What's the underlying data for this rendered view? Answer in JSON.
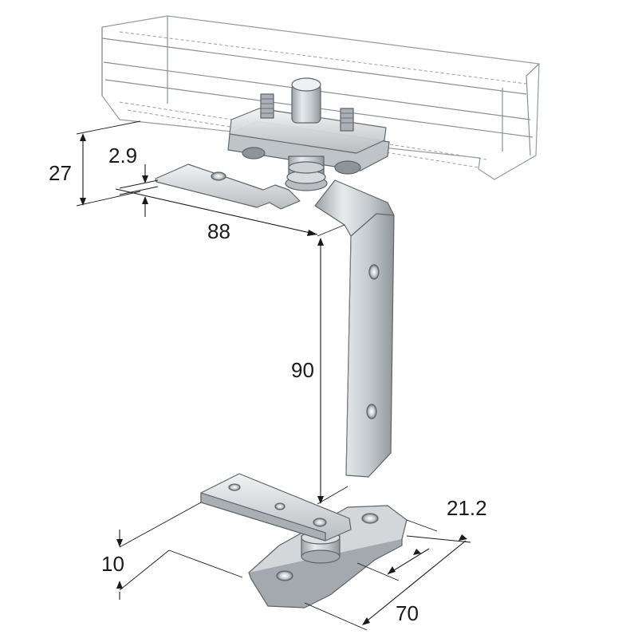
{
  "figure": {
    "description_visible": false
  },
  "dimensions": {
    "height_rail_bracket": "27",
    "plate_thickness": "2.9",
    "top_arm_length": "88",
    "vertical_length": "90",
    "pivot_height": "10",
    "offset_width": "21.2",
    "base_plate_length": "70"
  },
  "colors": {
    "steel_light": "#e9ecee",
    "steel_mid": "#c3c8cc",
    "steel_dark": "#8d9398",
    "rail_fill": "#dfe3e8",
    "dimension_ink": "#1a1a1a"
  }
}
